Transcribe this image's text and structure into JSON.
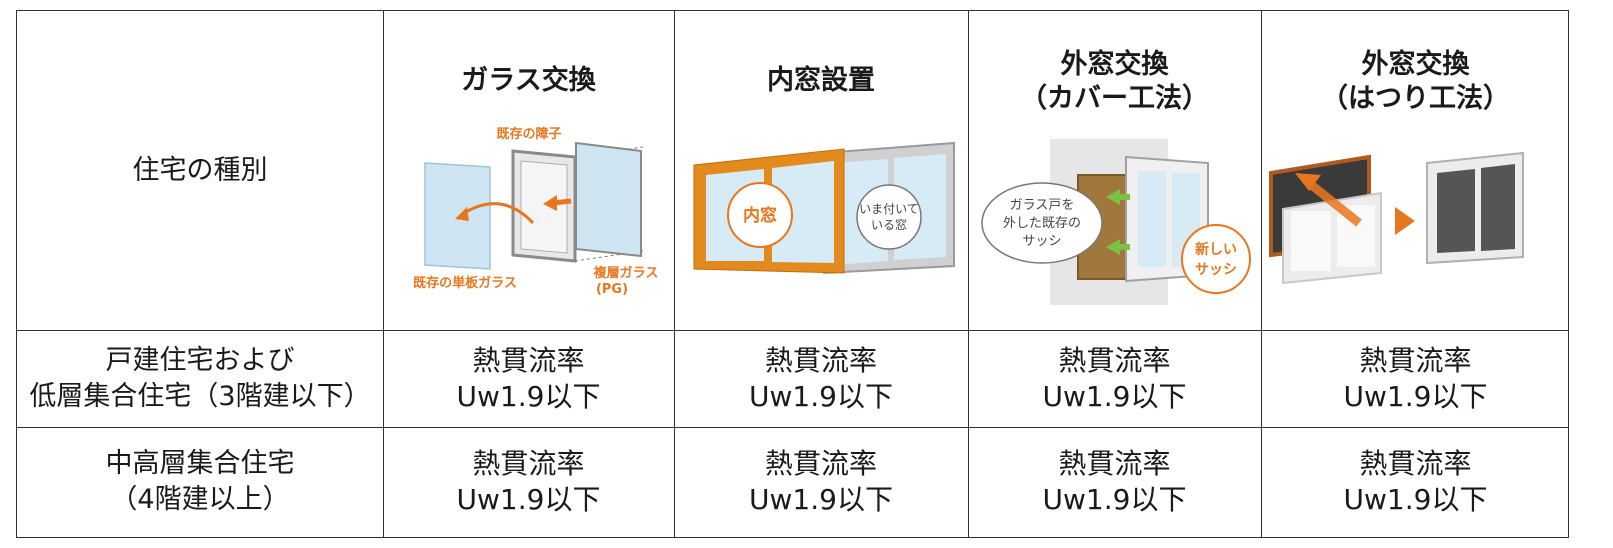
{
  "table": {
    "corner_label": "住宅の種別",
    "columns": [
      {
        "title_line1": "ガラス交換",
        "title_line2": "",
        "illustration": {
          "label_existing_frame": "既存の障子",
          "label_existing_glass": "既存の単板ガラス",
          "label_new_glass_1": "複層ガラス",
          "label_new_glass_2": "(PG)"
        }
      },
      {
        "title_line1": "内窓設置",
        "title_line2": "",
        "illustration": {
          "label_inner": "内窓",
          "label_current_1": "いま付いて",
          "label_current_2": "いる窓"
        }
      },
      {
        "title_line1": "外窓交換",
        "title_line2": "（カバー工法）",
        "illustration": {
          "label_old_1": "ガラス戸を",
          "label_old_2": "外した既存の",
          "label_old_3": "サッシ",
          "label_new_1": "新しい",
          "label_new_2": "サッシ"
        }
      },
      {
        "title_line1": "外窓交換",
        "title_line2": "（はつり工法）",
        "illustration": {}
      }
    ],
    "rows": [
      {
        "label_line1": "戸建住宅および",
        "label_line2": "低層集合住宅（3階建以下）",
        "cells": [
          {
            "line1": "熱貫流率",
            "line2": "Uw1.9以下"
          },
          {
            "line1": "熱貫流率",
            "line2": "Uw1.9以下"
          },
          {
            "line1": "熱貫流率",
            "line2": "Uw1.9以下"
          },
          {
            "line1": "熱貫流率",
            "line2": "Uw1.9以下"
          }
        ]
      },
      {
        "label_line1": "中高層集合住宅",
        "label_line2": "（4階建以上）",
        "cells": [
          {
            "line1": "熱貫流率",
            "line2": "Uw1.9以下"
          },
          {
            "line1": "熱貫流率",
            "line2": "Uw1.9以下"
          },
          {
            "line1": "熱貫流率",
            "line2": "Uw1.9以下"
          },
          {
            "line1": "熱貫流率",
            "line2": "Uw1.9以下"
          }
        ]
      }
    ]
  },
  "colors": {
    "accent_orange": "#e8761f",
    "border": "#333333",
    "glass_blue": "#cfe6f2",
    "green_arrow": "#7cc142"
  }
}
